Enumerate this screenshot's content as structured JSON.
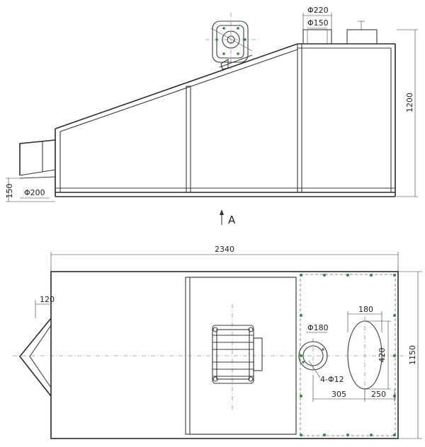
{
  "top_view": {
    "dim_d220": "Φ220",
    "dim_d150": "Φ150",
    "dim_1200": "1200",
    "dim_150": "150",
    "dim_d200": "Φ200",
    "view_arrow_label": "A"
  },
  "plan_view": {
    "dim_2340": "2340",
    "dim_120": "120",
    "dim_1150": "1150",
    "dim_180_top": "180",
    "dim_d180": "Φ180",
    "dim_420": "420",
    "dim_4d12": "4-Φ12",
    "dim_305": "305",
    "dim_250": "250"
  },
  "colors": {
    "line": "#3a3a3a",
    "bolt": "#2e8b3a"
  }
}
